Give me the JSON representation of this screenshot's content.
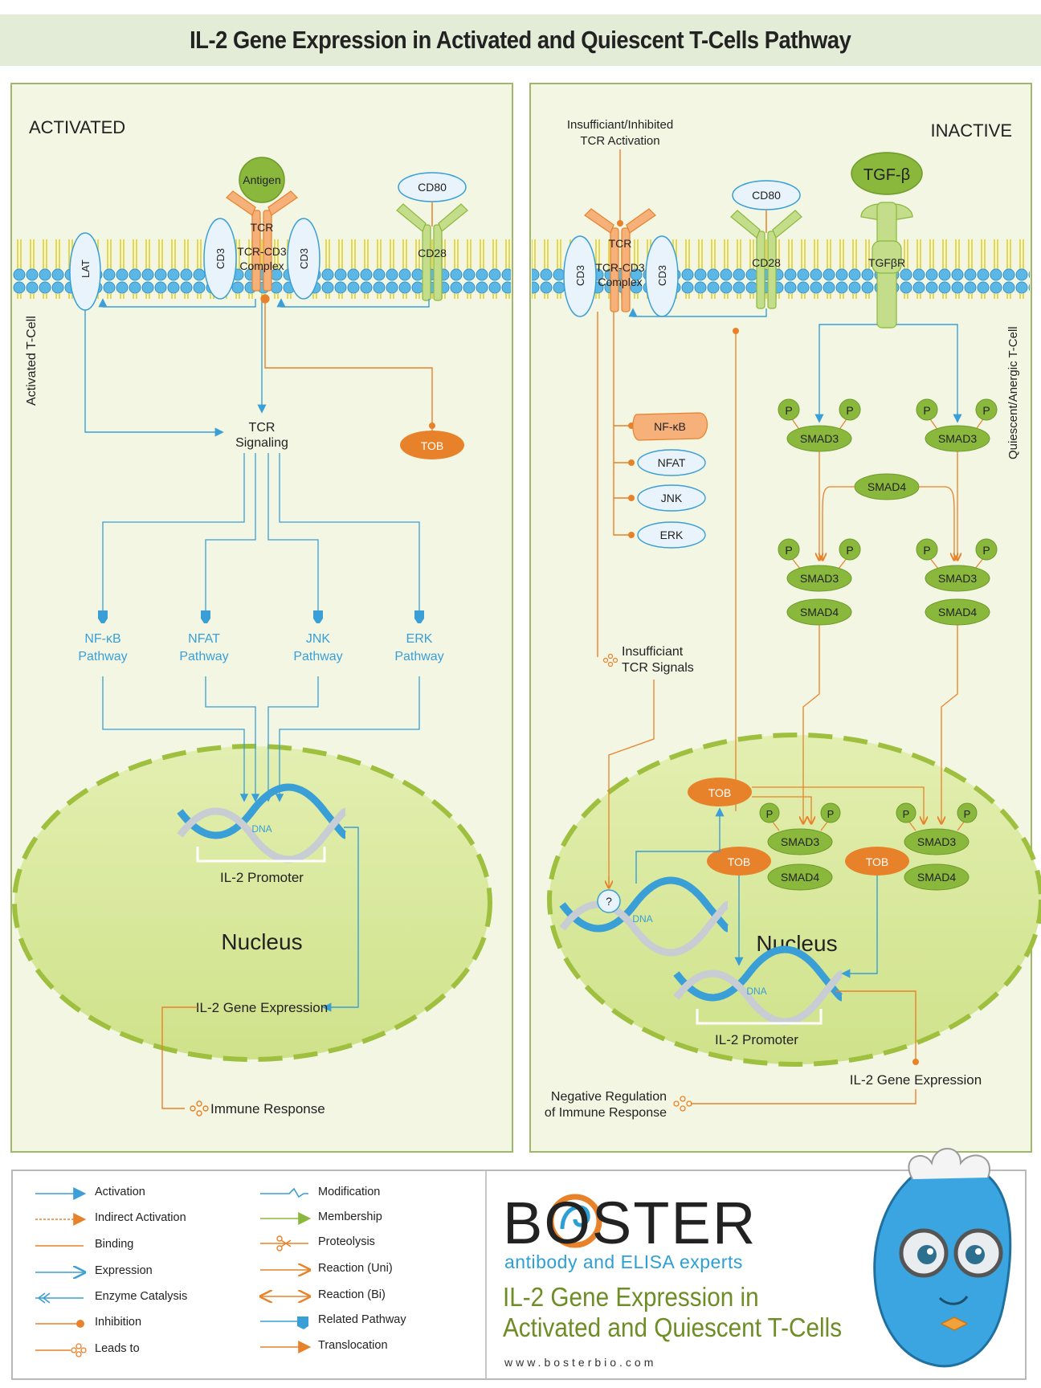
{
  "title": "IL-2 Gene Expression in Activated and Quiescent T-Cells Pathway",
  "left_panel": {
    "heading": "ACTIVATED",
    "side_label": "Activated T-Cell",
    "antigen": "Antigen",
    "tcr": "TCR",
    "complex_line1": "TCR-CD3",
    "complex_line2": "Complex",
    "cd3": "CD3",
    "lat": "LAT",
    "cd80": "CD80",
    "cd28": "CD28",
    "tob": "TOB",
    "signaling_line1": "TCR",
    "signaling_line2": "Signaling",
    "pathways": [
      {
        "line1": "NF-κB",
        "line2": "Pathway"
      },
      {
        "line1": "NFAT",
        "line2": "Pathway"
      },
      {
        "line1": "JNK",
        "line2": "Pathway"
      },
      {
        "line1": "ERK",
        "line2": "Pathway"
      }
    ],
    "dna": "DNA",
    "promoter": "IL-2 Promoter",
    "nucleus": "Nucleus",
    "gene_expression": "IL-2 Gene Expression",
    "immune_response": "Immune Response"
  },
  "right_panel": {
    "heading": "INACTIVE",
    "side_label": "Quiescent/Anergic T-Cell",
    "insufficient_line1": "Insufficiant/Inhibited",
    "insufficient_line2": "TCR Activation",
    "tcr": "TCR",
    "complex_line1": "TCR-CD3",
    "complex_line2": "Complex",
    "cd3": "CD3",
    "cd80": "CD80",
    "cd28": "CD28",
    "tgfb": "TGF-β",
    "tgfbr": "TGFβR",
    "factors": [
      "NF-κB",
      "NFAT",
      "JNK",
      "ERK"
    ],
    "p": "P",
    "smad3": "SMAD3",
    "smad4": "SMAD4",
    "insufficient_signals_line1": "Insufficiant",
    "insufficient_signals_line2": "TCR Signals",
    "tob": "TOB",
    "question": "?",
    "dna": "DNA",
    "nucleus": "Nucleus",
    "promoter": "IL-2 Promoter",
    "gene_expression": "IL-2 Gene Expression",
    "negative_line1": "Negative Regulation",
    "negative_line2": "of Immune Response"
  },
  "legend": {
    "col1": [
      "Activation",
      "Indirect Activation",
      "Binding",
      "Expression",
      "Enzyme Catalysis",
      "Inhibition",
      "Leads to"
    ],
    "col2": [
      "Modification",
      "Membership",
      "Proteolysis",
      "Reaction (Uni)",
      "Reaction (Bi)",
      "Related Pathway",
      "Translocation"
    ]
  },
  "brand": {
    "name": "BOSTER",
    "tagline": "antibody and ELISA experts",
    "title_line1": "IL-2 Gene Expression in",
    "title_line2": "Activated and Quiescent T-Cells",
    "url": "www.bosterbio.com"
  },
  "colors": {
    "blue": "#3a9fd6",
    "orange": "#e8822a",
    "green": "#8ab83c",
    "panel_bg": "#f2f6e3"
  }
}
